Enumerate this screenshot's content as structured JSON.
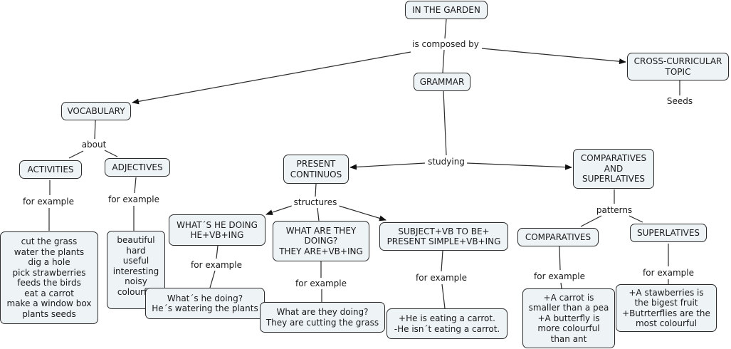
{
  "map": {
    "title": "IN THE GARDEN",
    "concepts": {
      "root": "IN THE GARDEN",
      "grammar": "GRAMMAR",
      "cross": "CROSS-CURRICULAR\nTOPIC",
      "vocabulary": "VOCABULARY",
      "activities": "ACTIVITIES",
      "adjectives": "ADJECTIVES",
      "activities_list": "cut the grass\nwater the plants\ndig a hole\npick strawberries\nfeeds the birds\neat a carrot\nmake a window box\nplants seeds",
      "adjectives_list": "beautiful\nhard\nuseful\ninteresting\nnoisy\ncolourful",
      "present_cont": "PRESENT\nCONTINUOS",
      "comp_sup": "COMPARATIVES\nAND\nSUPERLATIVES",
      "whats_he": "WHAT´S HE DOING\nHE+VB+ING",
      "what_are": "WHAT ARE THEY\nDOING?\nTHEY ARE+VB+ING",
      "subject": "SUBJECT+VB TO BE+\nPRESENT SIMPLE+VB+ING",
      "whats_he_ex": "What´s he doing?\nHe´s watering the plants",
      "what_are_ex": "What are they doing?\nThey are cutting the grass",
      "subject_ex": "+He is eating a carrot.\n-He isn´t eating a carrot.",
      "comparatives": "COMPARATIVES",
      "superlatives": "SUPERLATIVES",
      "comparatives_ex": "+A carrot is\nsmaller than a pea\n+A butterfly is\nmore colourful\nthan ant",
      "superlatives_ex": "+A stawberries is\nthe  bigest fruit\n+Butrterflies are the\nmost colourful"
    },
    "phrases": {
      "composed": "is composed by",
      "seeds": "Seeds",
      "about": "about",
      "fe_activities": "for example",
      "fe_adjectives": "for example",
      "studying": "studying",
      "structures": "structures",
      "fe_whats_he": "for example",
      "fe_what_are": "for example",
      "fe_subject": "for example",
      "patterns": "patterns",
      "fe_comparatives": "for example",
      "fe_superlatives": "for example"
    }
  }
}
